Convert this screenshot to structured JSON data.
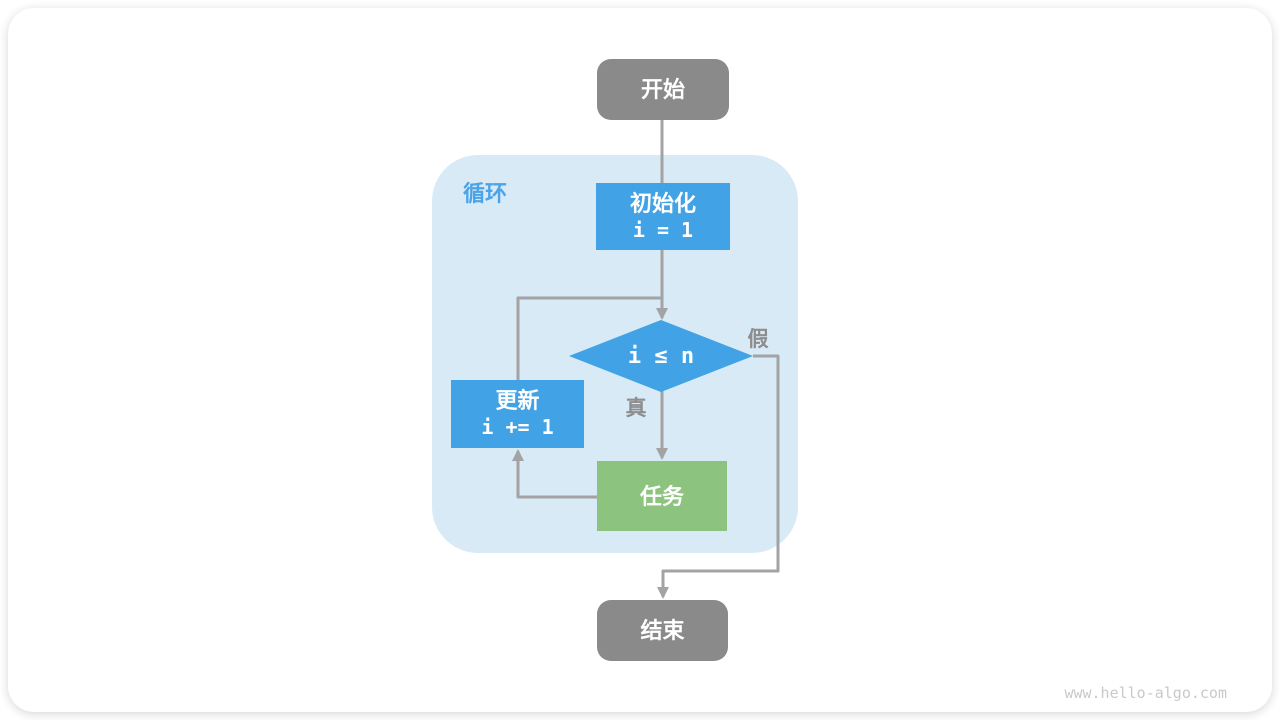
{
  "diagram": {
    "loop_container_label": "循环",
    "nodes": {
      "start": {
        "label": "开始"
      },
      "init": {
        "title": "初始化",
        "code": "i = 1"
      },
      "condition": {
        "label": "i ≤ n"
      },
      "update": {
        "title": "更新",
        "code": "i += 1"
      },
      "task": {
        "label": "任务"
      },
      "end": {
        "label": "结束"
      }
    },
    "branch_labels": {
      "true": "真",
      "false": "假"
    },
    "watermark": "www.hello-algo.com",
    "colors": {
      "node_blue": "#41a2e6",
      "node_green": "#8cc37e",
      "node_gray": "#8a8a8a",
      "container_blue": "#d9eaf7",
      "loop_label_blue": "#4ba3e8",
      "line_gray": "#a3a3a3",
      "branch_label_gray": "#8d8d8d",
      "watermark_gray": "#c9c9c9"
    }
  }
}
